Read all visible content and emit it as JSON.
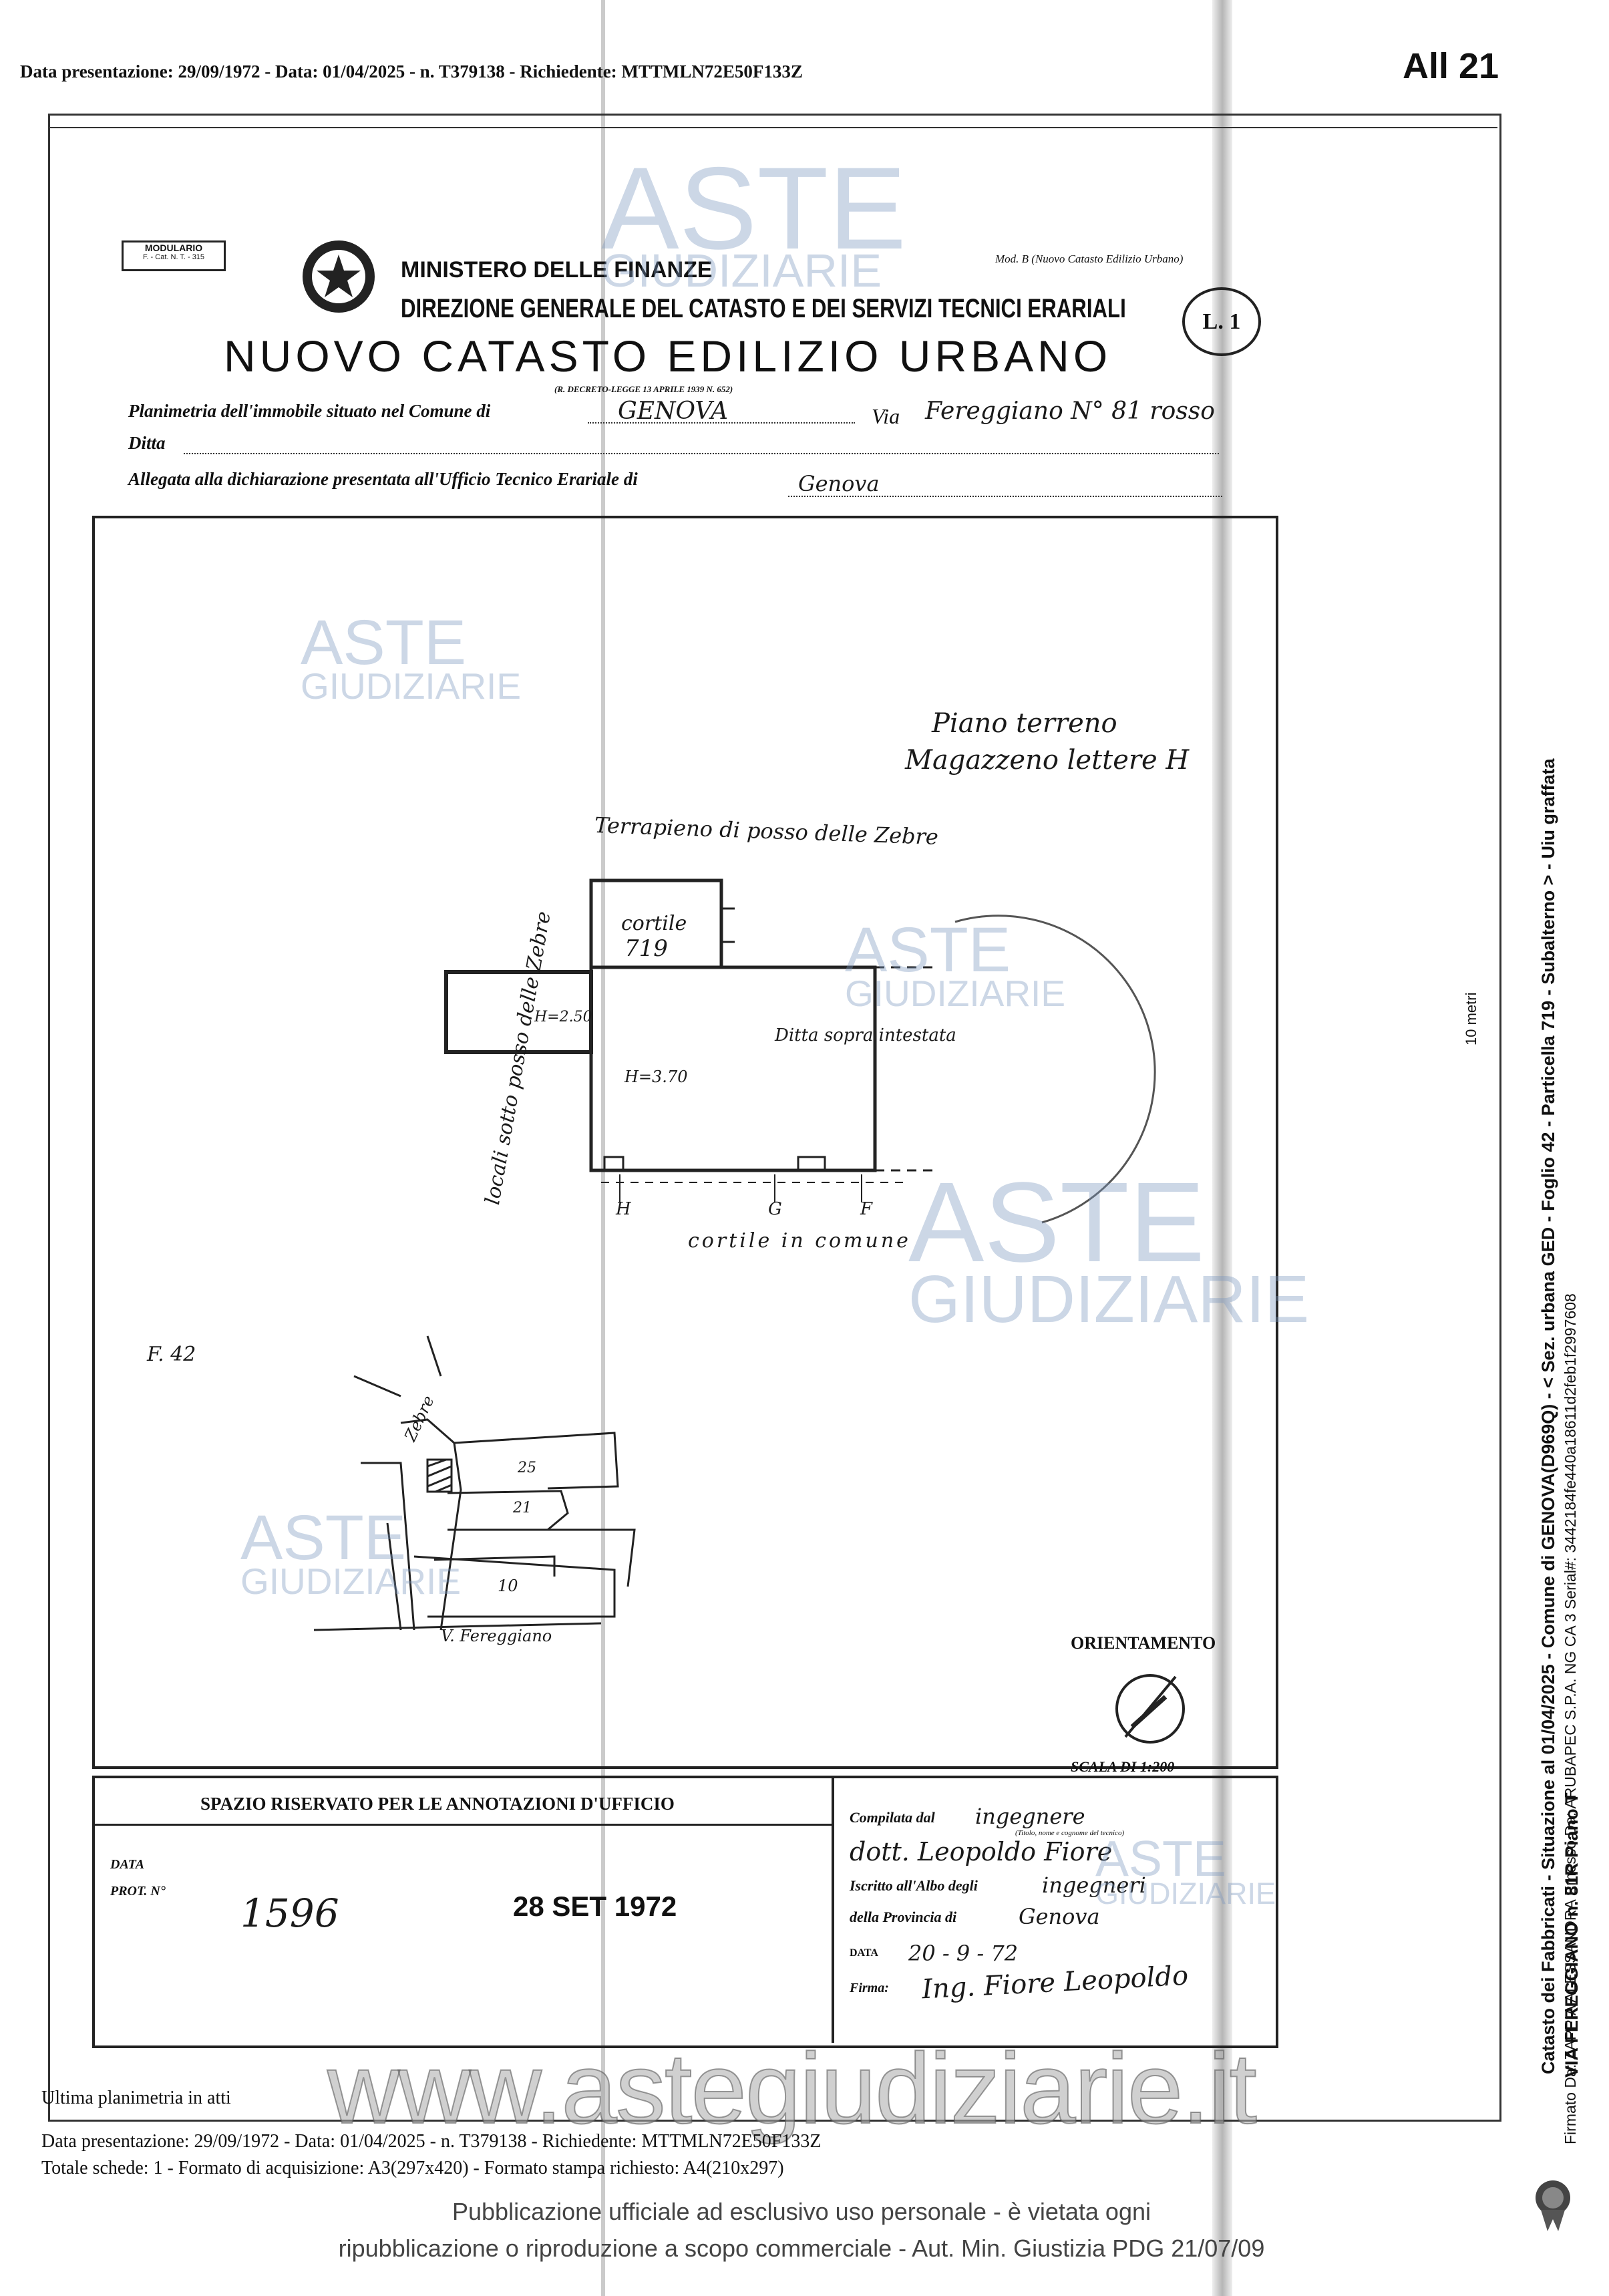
{
  "header": {
    "top_line": "Data presentazione: 29/09/1972 - Data: 01/04/2025 - n. T379138 - Richiedente: MTTMLN72E50F133Z",
    "badge": "All 21"
  },
  "form": {
    "modulario": "MODULARIO",
    "modulario_code": "F. - Cat. N. T. - 315",
    "ministry": "MINISTERO DELLE FINANZE",
    "directorate": "DIREZIONE GENERALE DEL CATASTO E DEI SERVIZI TECNICI ERARIALI",
    "model": "Mod. B (Nuovo Catasto Edilizio Urbano)",
    "title": "NUOVO CATASTO EDILIZIO URBANO",
    "decree": "(R. DECRETO-LEGGE 13 APRILE 1939 N. 652)",
    "stamp": "L. 1",
    "planimetria_label": "Planimetria dell'immobile situato nel Comune di",
    "comune_value": "GENOVA",
    "via_label": "Via",
    "via_value": "Fereggiano N° 81 rosso",
    "ditta_label": "Ditta",
    "allegata_label": "Allegata alla dichiarazione presentata all'Ufficio Tecnico Erariale di",
    "ufficio_value": "Genova"
  },
  "plan": {
    "floor": "Piano terreno",
    "unit": "Magazzeno lettere H",
    "terrapieno": "Terrapieno di posso delle Zebre",
    "locali": "locali sotto posso delle Zebre",
    "cortile_top": "cortile",
    "particella": "719",
    "height_left": "H=2.50",
    "height_main": "H=3.70",
    "ditta_note": "Ditta sopra intestata",
    "letter_h": "H",
    "letter_g": "G",
    "letter_f": "F",
    "cortile_bottom": "cortile in comune",
    "foglio": "F. 42",
    "map_zebre": "Zebre",
    "map_n25": "25",
    "map_n21": "21",
    "map_n10": "10",
    "map_via": "V. Fereggiano",
    "orientamento": "ORIENTAMENTO",
    "scala": "SCALA DI 1:200"
  },
  "office": {
    "reserved": "SPAZIO RISERVATO PER LE ANNOTAZIONI D'UFFICIO",
    "data_label": "DATA",
    "prot_label": "PROT. N°",
    "prot_value": "1596",
    "date_stamp": "28 SET 1972",
    "compilata_label": "Compilata dal",
    "compilata_value": "ingegnere",
    "compilata_small": "(Titolo, nome e cognome del tecnico)",
    "tecnico_value": "dott. Leopoldo Fiore",
    "iscritto_label": "Iscritto all'Albo degli",
    "iscritto_value": "ingegneri",
    "provincia_label": "della Provincia di",
    "provincia_value": "Genova",
    "data_f_label": "DATA",
    "data_f_value": "20 - 9 - 72",
    "firma_label": "Firma:",
    "firma_value": "Ing. Fiore Leopoldo"
  },
  "footer": {
    "ultima": "Ultima planimetria in atti",
    "line1": "Data presentazione: 29/09/1972 - Data: 01/04/2025 - n. T379138 - Richiedente: MTTMLN72E50F133Z",
    "line2": "Totale schede: 1 - Formato di acquisizione: A3(297x420) - Formato stampa richiesto: A4(210x297)",
    "site": "www.astegiudiziarie.it",
    "notice1": "Pubblicazione ufficiale ad esclusivo uso personale - è vietata ogni",
    "notice2": "ripubblicazione o riproduzione a scopo commerciale - Aut. Min. Giustizia PDG 21/07/09"
  },
  "side": {
    "line1": "Catasto dei Fabbricati - Situazione al 01/04/2025 - Comune di GENOVA(D969Q) - < Sez. urbana GED - Foglio 42 - Particella 719 - Subalterno > - Uiu graffata",
    "line2": "VIA FEREGGIANO n. 81R Piano T",
    "line3": "Firmato Da: ZAPPIA ALESSANDRA Emesso Da: ARUBAPEC S.P.A. NG CA 3 Serial#: 3442184fe440a18611d2feb1f2997608",
    "scale_mark": "10 metri"
  },
  "watermark": {
    "aste": "ASTE",
    "giudiziarie": "GIUDIZIARIE"
  }
}
